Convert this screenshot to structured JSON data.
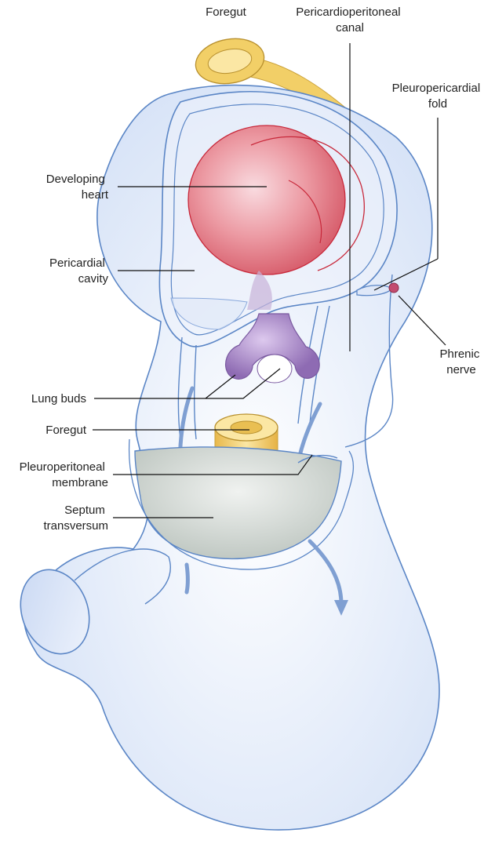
{
  "colors": {
    "embryo_fill": "#e6eefb",
    "embryo_stroke": "#5b86c6",
    "heart": "#e98b93",
    "heart_outline": "#c8283a",
    "foregut": "#f2cf67",
    "lung_buds": "#a98ac4",
    "septum": "#cdd3cf",
    "nerve": "#c34c6f",
    "arrow": "#7f9fd2"
  },
  "labels": {
    "foregut_top": "Foregut",
    "pericardioperitoneal_canal": [
      "Pericardioperitoneal",
      "canal"
    ],
    "pleuropericardial_fold": [
      "Pleuropericardial",
      "fold"
    ],
    "developing_heart": [
      "Developing",
      "heart"
    ],
    "pericardial_cavity": [
      "Pericardial",
      "cavity"
    ],
    "phrenic_nerve": [
      "Phrenic",
      "nerve"
    ],
    "lung_buds": "Lung buds",
    "foregut_mid": "Foregut",
    "pleuroperitoneal_membrane": [
      "Pleuroperitoneal",
      "membrane"
    ],
    "septum_transversum": [
      "Septum",
      "transversum"
    ]
  }
}
